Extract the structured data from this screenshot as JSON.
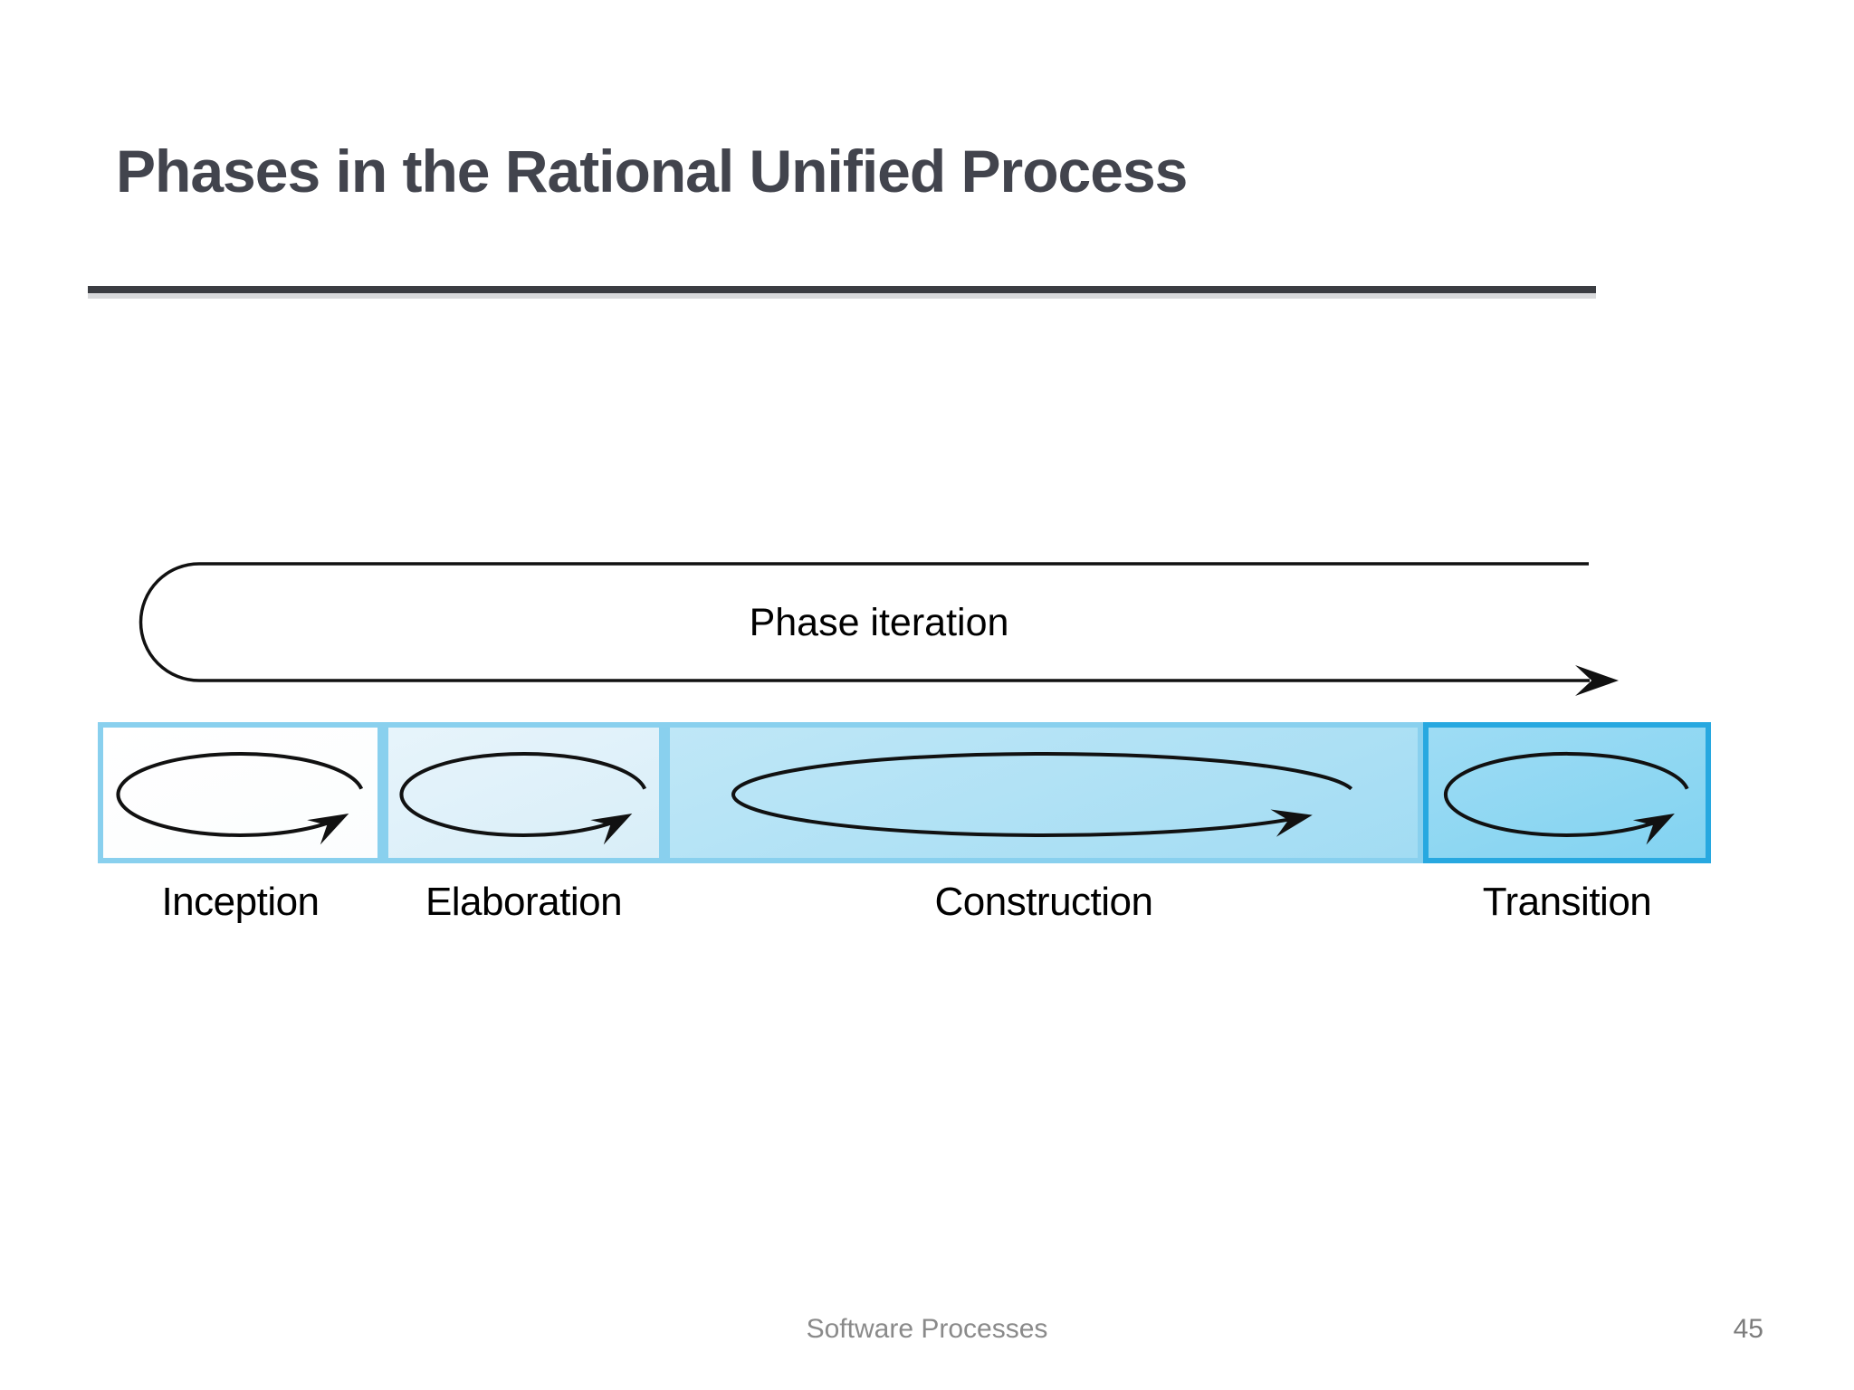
{
  "slide": {
    "title": "Phases in the Rational Unified Process",
    "footer_text": "Software Processes",
    "page_number": "45"
  },
  "diagram": {
    "loop_label": "Phase iteration",
    "phases": [
      {
        "id": "inception",
        "label": "Inception"
      },
      {
        "id": "elaboration",
        "label": "Elaboration"
      },
      {
        "id": "construction",
        "label": "Construction"
      },
      {
        "id": "transition",
        "label": "Transition"
      }
    ]
  },
  "colors": {
    "title_text": "#42444d",
    "divider_dark": "#3b3d42",
    "divider_light": "#d9dadc",
    "box_border": "#89d0ee",
    "transition_border": "#27a8e0",
    "inception_fill_top": "#ffffff",
    "inception_fill_bottom": "#fbfdfe",
    "elaboration_fill_top": "#e7f4fb",
    "elaboration_fill_bottom": "#d8eef8",
    "construction_fill_top": "#bfe7f7",
    "construction_fill_bottom": "#a2dcf3",
    "transition_fill_top": "#9edcf4",
    "transition_fill_bottom": "#82d3f1",
    "diagram_stroke": "#111111",
    "label_text": "#000000",
    "footer_text_color": "#8a8a8a",
    "page_number_color": "#7c7c7c"
  }
}
